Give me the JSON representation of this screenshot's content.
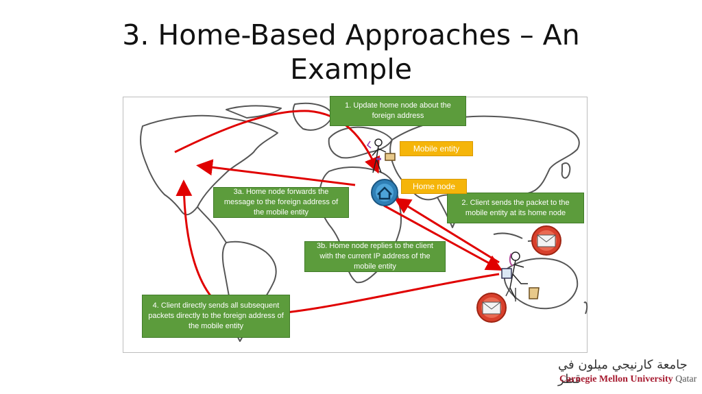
{
  "slide": {
    "title_line1": "3. Home-Based Approaches – An",
    "title_line2": "Example"
  },
  "callouts": {
    "step1": "1. Update home node about the foreign address",
    "step2": "2. Client sends the packet to the mobile entity at its home node",
    "step3a": "3a. Home node forwards the message to the foreign address of the mobile entity",
    "step3b": "3b. Home node replies to the client with the  current IP address of the mobile entity",
    "step4": "4. Client directly sends all subsequent packets directly to the foreign address of the mobile entity"
  },
  "labels": {
    "mobile_entity": "Mobile entity",
    "home_node": "Home node"
  },
  "logo": {
    "arabic": "جامعة كارنيجي ميلون في قطر",
    "name": "Carnegie Mellon University",
    "campus": "Qatar"
  },
  "colors": {
    "arrow": "#e00000",
    "callout_bg": "#5c9c3c",
    "tag_bg": "#f5b50a",
    "brand": "#a6192e"
  },
  "icons": [
    "world-map",
    "house-icon",
    "envelope-icon",
    "person-figure"
  ]
}
